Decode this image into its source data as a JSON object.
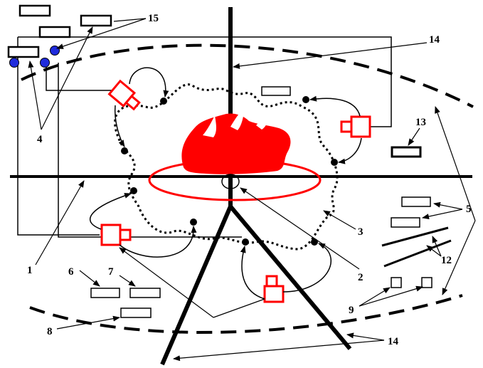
{
  "colors": {
    "ink": "#000000",
    "red": "#ff0000",
    "blue": "#1f2bdc",
    "fire": "#ff0000"
  },
  "labels": {
    "n1": "1",
    "n2": "2",
    "n3": "3",
    "n4": "4",
    "n5": "5",
    "n6": "6",
    "n7": "7",
    "n8": "8",
    "n9": "9",
    "n12": "12",
    "n13": "13",
    "n14_top": "14",
    "n14_bottom": "14",
    "n15": "15"
  }
}
